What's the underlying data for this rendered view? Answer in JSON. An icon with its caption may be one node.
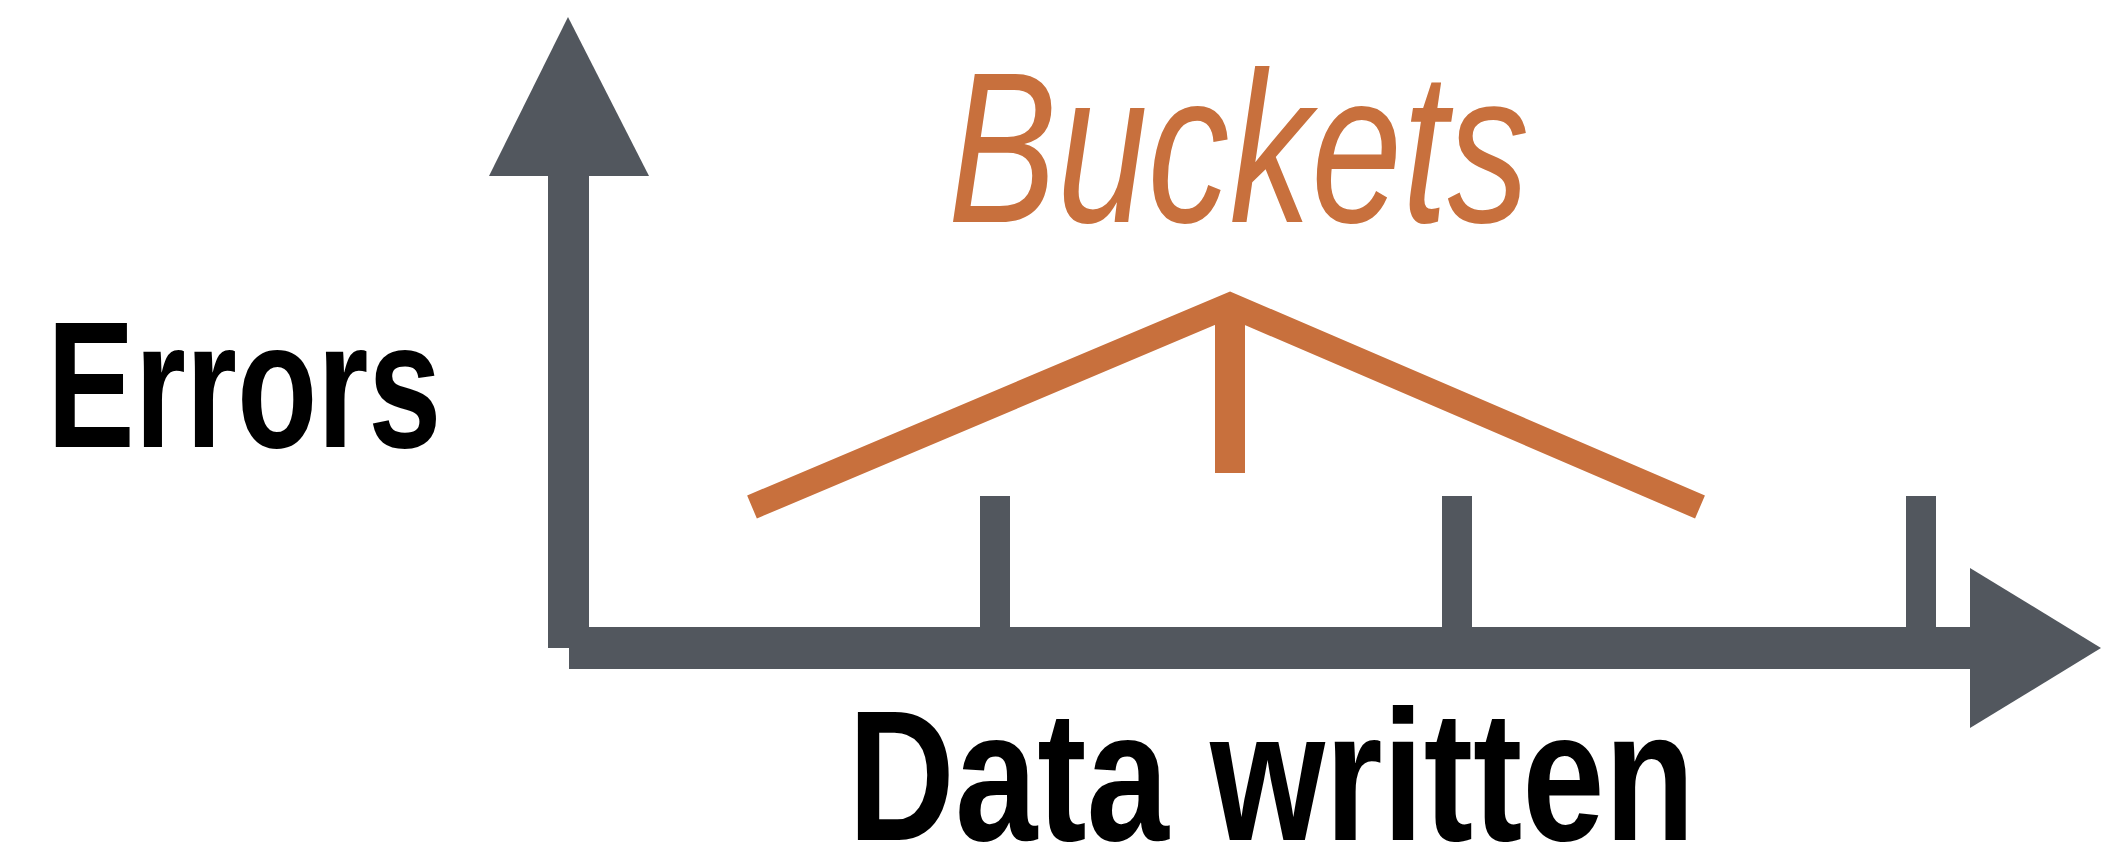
{
  "diagram": {
    "labels": [
      "Buckets",
      "Errors",
      "Data written"
    ]
  }
}
